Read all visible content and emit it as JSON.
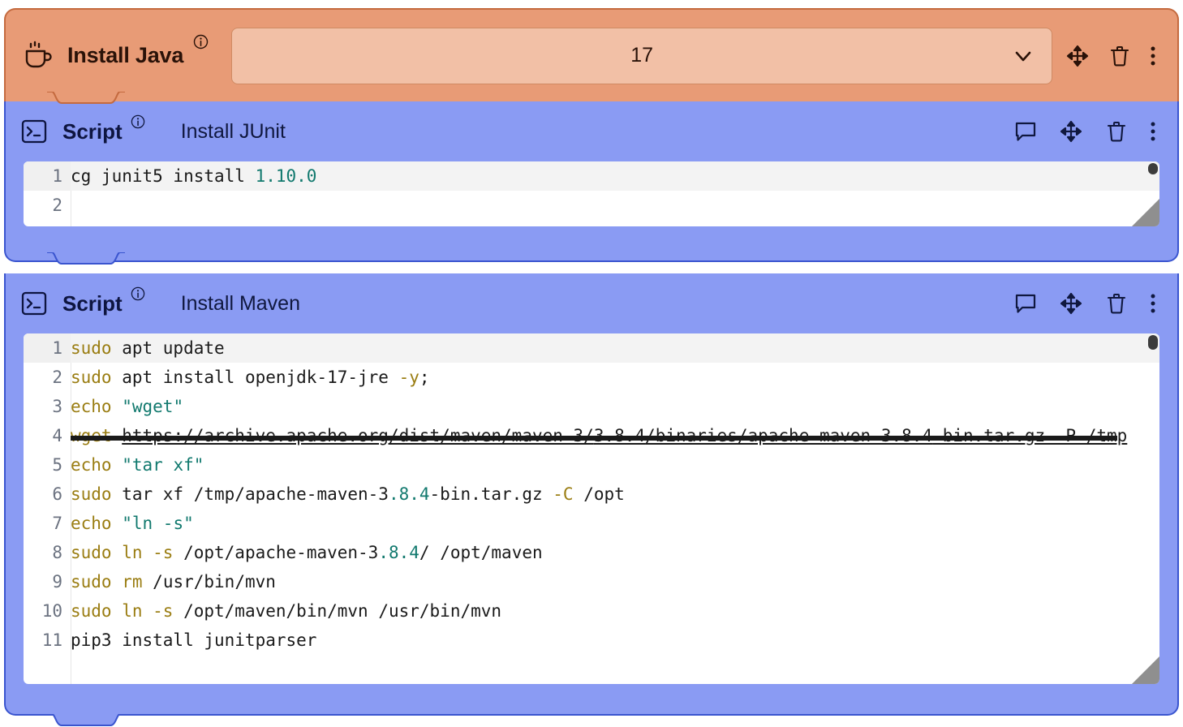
{
  "blocks": [
    {
      "type": "java",
      "icon": "coffee-cup-icon",
      "title": "Install Java",
      "info_icon": "info-icon",
      "select": {
        "value": "17",
        "chevron_icon": "chevron-down-icon"
      },
      "actions": [
        {
          "name": "move-icon",
          "label": "move"
        },
        {
          "name": "delete-icon",
          "label": "delete"
        },
        {
          "name": "more-options-icon",
          "label": "more"
        }
      ],
      "colors": {
        "bg": "#e89b76",
        "border": "#c46a3f",
        "field": "#f2c0a6"
      }
    },
    {
      "type": "script",
      "icon": "terminal-icon",
      "label": "Script",
      "info_icon": "info-icon",
      "name": "Install JUnit",
      "actions": [
        {
          "name": "comment-icon",
          "label": "comment"
        },
        {
          "name": "move-icon",
          "label": "move"
        },
        {
          "name": "delete-icon",
          "label": "delete"
        },
        {
          "name": "more-options-icon",
          "label": "more"
        }
      ],
      "colors": {
        "bg": "#8a9bf3",
        "border": "#3a55cf"
      },
      "code": {
        "lines": [
          {
            "n": "1",
            "active": true,
            "tokens": [
              {
                "t": "cg junit5 install ",
                "c": "tok-plain"
              },
              {
                "t": "1.10.0",
                "c": "tok-num"
              }
            ]
          },
          {
            "n": "2",
            "active": false,
            "tokens": []
          }
        ]
      }
    },
    {
      "type": "script",
      "icon": "terminal-icon",
      "label": "Script",
      "info_icon": "info-icon",
      "name": "Install Maven",
      "actions": [
        {
          "name": "comment-icon",
          "label": "comment"
        },
        {
          "name": "move-icon",
          "label": "move"
        },
        {
          "name": "delete-icon",
          "label": "delete"
        },
        {
          "name": "more-options-icon",
          "label": "more"
        }
      ],
      "colors": {
        "bg": "#8a9bf3",
        "border": "#3a55cf"
      },
      "code": {
        "lines": [
          {
            "n": "1",
            "active": true,
            "tokens": [
              {
                "t": "sudo",
                "c": "tok-kw"
              },
              {
                "t": " apt update",
                "c": "tok-plain"
              }
            ]
          },
          {
            "n": "2",
            "active": false,
            "tokens": [
              {
                "t": "sudo",
                "c": "tok-kw"
              },
              {
                "t": " apt install openjdk-17-jre ",
                "c": "tok-plain"
              },
              {
                "t": "-y",
                "c": "tok-kw"
              },
              {
                "t": ";",
                "c": "tok-plain"
              }
            ]
          },
          {
            "n": "3",
            "active": false,
            "tokens": [
              {
                "t": "echo",
                "c": "tok-kw"
              },
              {
                "t": " ",
                "c": "tok-plain"
              },
              {
                "t": "\"wget\"",
                "c": "tok-str"
              }
            ]
          },
          {
            "n": "4",
            "active": false,
            "tokens": [
              {
                "t": "wget",
                "c": "tok-kw"
              },
              {
                "t": " ",
                "c": "tok-plain"
              },
              {
                "t": "https://archive.apache.org/dist/maven/maven-3/",
                "c": "tok-lnk"
              },
              {
                "t": "3.8.4",
                "c": "tok-num tok-lnk"
              },
              {
                "t": "/binaries/apache-maven-3",
                "c": "tok-lnk"
              },
              {
                "t": ".8.4",
                "c": "tok-num tok-lnk"
              },
              {
                "t": "-bin.tar.gz -P /tmp",
                "c": "tok-lnk"
              }
            ]
          },
          {
            "n": "5",
            "active": false,
            "tokens": [
              {
                "t": "echo",
                "c": "tok-kw"
              },
              {
                "t": " ",
                "c": "tok-plain"
              },
              {
                "t": "\"tar xf\"",
                "c": "tok-str"
              }
            ]
          },
          {
            "n": "6",
            "active": false,
            "tokens": [
              {
                "t": "sudo",
                "c": "tok-kw"
              },
              {
                "t": " tar xf /tmp/apache-maven-3",
                "c": "tok-plain"
              },
              {
                "t": ".8.4",
                "c": "tok-num"
              },
              {
                "t": "-bin.tar.gz ",
                "c": "tok-plain"
              },
              {
                "t": "-C",
                "c": "tok-kw"
              },
              {
                "t": " /opt",
                "c": "tok-plain"
              }
            ]
          },
          {
            "n": "7",
            "active": false,
            "tokens": [
              {
                "t": "echo",
                "c": "tok-kw"
              },
              {
                "t": " ",
                "c": "tok-plain"
              },
              {
                "t": "\"ln -s\"",
                "c": "tok-str"
              }
            ]
          },
          {
            "n": "8",
            "active": false,
            "tokens": [
              {
                "t": "sudo",
                "c": "tok-kw"
              },
              {
                "t": " ",
                "c": "tok-plain"
              },
              {
                "t": "ln -s",
                "c": "tok-kw"
              },
              {
                "t": " /opt/apache-maven-3",
                "c": "tok-plain"
              },
              {
                "t": ".8.4",
                "c": "tok-num"
              },
              {
                "t": "/ /opt/maven",
                "c": "tok-plain"
              }
            ]
          },
          {
            "n": "9",
            "active": false,
            "tokens": [
              {
                "t": "sudo",
                "c": "tok-kw"
              },
              {
                "t": " ",
                "c": "tok-plain"
              },
              {
                "t": "rm",
                "c": "tok-kw"
              },
              {
                "t": " /usr/bin/mvn",
                "c": "tok-plain"
              }
            ]
          },
          {
            "n": "10",
            "active": false,
            "tokens": [
              {
                "t": "sudo",
                "c": "tok-kw"
              },
              {
                "t": " ",
                "c": "tok-plain"
              },
              {
                "t": "ln -s",
                "c": "tok-kw"
              },
              {
                "t": " /opt/maven/bin/mvn /usr/bin/mvn",
                "c": "tok-plain"
              }
            ]
          },
          {
            "n": "11",
            "active": false,
            "tokens": [
              {
                "t": "pip3 install junitparser",
                "c": "tok-plain"
              }
            ]
          }
        ]
      }
    }
  ]
}
